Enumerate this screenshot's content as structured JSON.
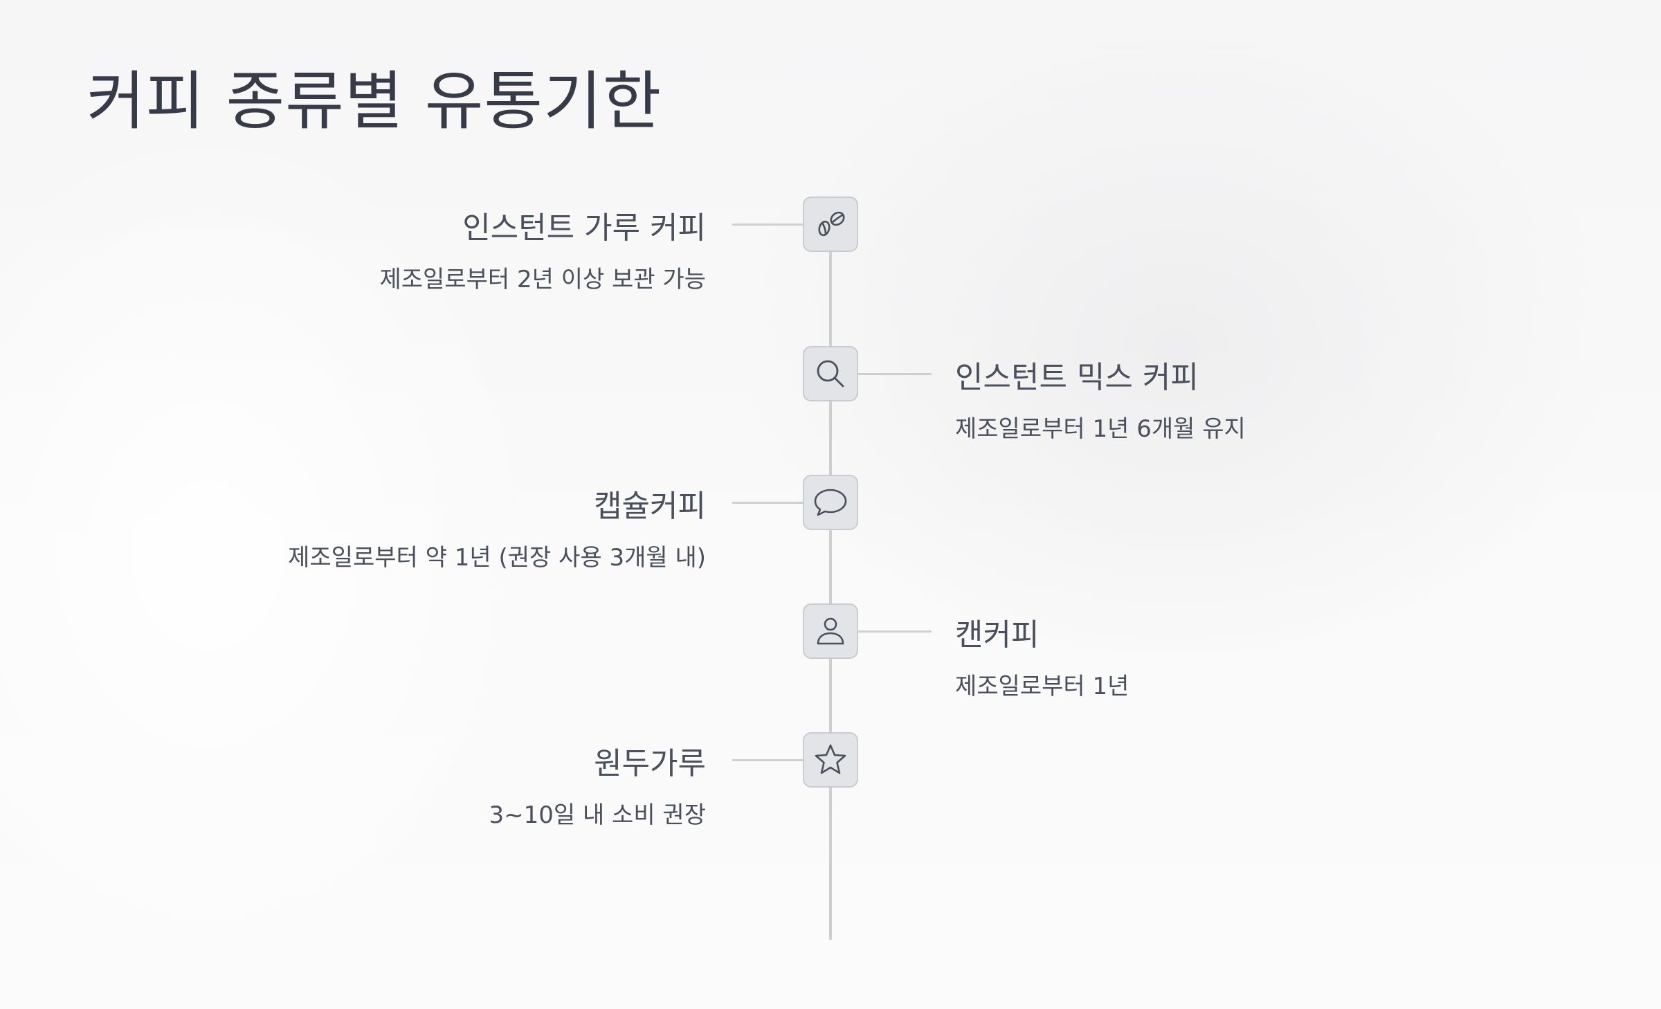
{
  "title": "커피 종류별 유통기한",
  "items": [
    {
      "title": "인스턴트 가루 커피",
      "description": "제조일로부터 2년 이상 보관 가능",
      "icon": "coffee-beans-icon",
      "side": "left"
    },
    {
      "title": "인스턴트 믹스 커피",
      "description": "제조일로부터 1년 6개월 유지",
      "icon": "search-icon",
      "side": "right"
    },
    {
      "title": "캡슐커피",
      "description": "제조일로부터 약 1년 (권장 사용 3개월 내)",
      "icon": "chat-bubble-icon",
      "side": "left"
    },
    {
      "title": "캔커피",
      "description": "제조일로부터 1년",
      "icon": "user-icon",
      "side": "right"
    },
    {
      "title": "원두가루",
      "description": "3~10일 내 소비 권장",
      "icon": "star-icon",
      "side": "left"
    }
  ],
  "colors": {
    "node_fill": "#e3e4e8",
    "node_border": "#cacbd0",
    "line": "#cfcfd2",
    "text": "#4a4f5c",
    "icon_stroke": "#4a4f5c"
  }
}
